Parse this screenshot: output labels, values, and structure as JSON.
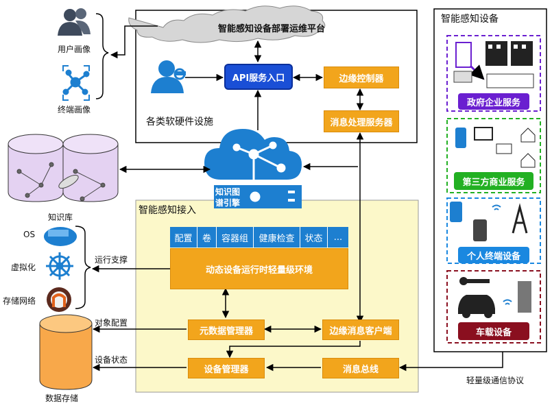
{
  "platform": {
    "title": "智能感知设备部署运维平台",
    "infra_label": "各类软硬件设施"
  },
  "nodes": {
    "api": "API服务入口",
    "edge_controller": "边缘控制器",
    "msg_server": "消息处理服务器",
    "kg_engine_1": "知识图",
    "kg_engine_2": "谱引擎"
  },
  "left": {
    "user_profile": "用户画像",
    "terminal_profile": "终端画像",
    "knowledge_base": "知识库",
    "os": "OS",
    "virtualization": "虚拟化",
    "storage_network": "存储网络",
    "data_storage": "数据存储"
  },
  "access": {
    "title": "智能感知接入",
    "tabs": [
      "配置",
      "卷",
      "容器组",
      "健康检查",
      "状态",
      "..."
    ],
    "runtime": "动态设备运行时轻量级环境",
    "metadata_mgr": "元数据管理器",
    "edge_client": "边缘消息客户端",
    "device_mgr": "设备管理器",
    "msg_bus": "消息总线"
  },
  "edge_labels": {
    "run_support": "运行支撑",
    "object_config": "对象配置",
    "device_status": "设备状态",
    "protocol": "轻量级通信协议"
  },
  "devices": {
    "title": "智能感知设备",
    "gov": "政府企业服务",
    "third_party": "第三方商业服务",
    "personal": "个人终端设备",
    "vehicle": "车载设备"
  },
  "colors": {
    "orange": "#f2a51c",
    "blue": "#1a4fd6",
    "yellow_bg": "#fcf8c9",
    "purple": "#6a1fd0",
    "green": "#22b022",
    "cyan": "#1a88e0",
    "maroon": "#8a0f1f"
  }
}
